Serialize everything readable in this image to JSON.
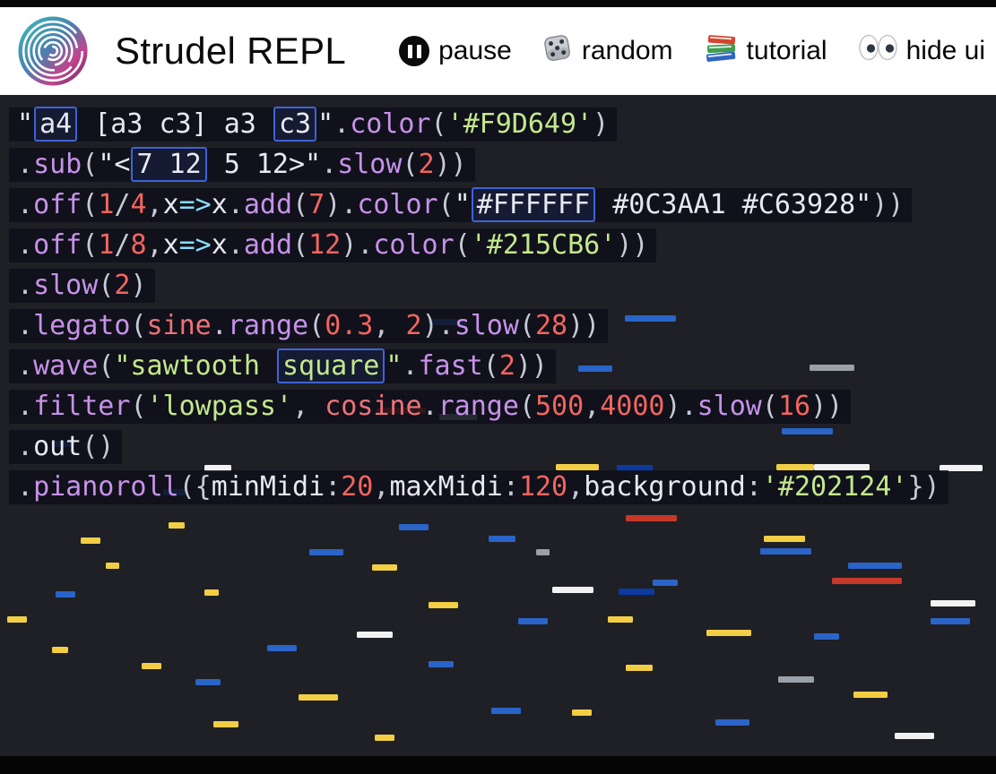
{
  "header": {
    "title": "Strudel REPL",
    "buttons": [
      {
        "id": "pause",
        "label": "pause",
        "icon": "pause-icon"
      },
      {
        "id": "random",
        "label": "random",
        "icon": "dice-icon"
      },
      {
        "id": "tutorial",
        "label": "tutorial",
        "icon": "books-icon"
      },
      {
        "id": "hide-ui",
        "label": "hide ui",
        "icon": "eyes-icon"
      }
    ]
  },
  "colors": {
    "canvas_bg": "#1e2025",
    "line_bg": "rgba(13,15,24,0.82)",
    "box_border": "#3f63d6",
    "syntax": {
      "plain": "#e6e9f0",
      "str": "#c3e88d",
      "meth": "#c792ea",
      "num": "#f3655f",
      "punct": "#c6cad6",
      "var": "#f07178",
      "op": "#89ddff"
    },
    "note_palette": {
      "y": "#F2CE45",
      "b": "#2a64c8",
      "db": "#0C3AA1",
      "w": "#f2f2f2",
      "r": "#C63928",
      "g": "#9aa0a8"
    }
  },
  "editor": {
    "lines": [
      [
        [
          "\"",
          "plain"
        ],
        [
          "a4",
          "plain",
          1
        ],
        [
          " [a3 c3] a3 ",
          "plain"
        ],
        [
          "c3",
          "plain",
          1
        ],
        [
          "\"",
          "plain"
        ],
        [
          ".",
          "punct"
        ],
        [
          "color",
          "meth"
        ],
        [
          "(",
          "punct"
        ],
        [
          "'#F9D649'",
          "str"
        ],
        [
          ")",
          "punct"
        ]
      ],
      [
        [
          ".",
          "punct"
        ],
        [
          "sub",
          "meth"
        ],
        [
          "(",
          "punct"
        ],
        [
          "\"<",
          "plain"
        ],
        [
          "7 12",
          "plain",
          1
        ],
        [
          " 5 12>\"",
          "plain"
        ],
        [
          ".",
          "punct"
        ],
        [
          "slow",
          "meth"
        ],
        [
          "(",
          "punct"
        ],
        [
          "2",
          "num"
        ],
        [
          "))",
          "punct"
        ]
      ],
      [
        [
          ".",
          "punct"
        ],
        [
          "off",
          "meth"
        ],
        [
          "(",
          "punct"
        ],
        [
          "1",
          "num"
        ],
        [
          "/",
          "punct"
        ],
        [
          "4",
          "num"
        ],
        [
          ",",
          "punct"
        ],
        [
          "x",
          "plain"
        ],
        [
          "=>",
          "op"
        ],
        [
          "x",
          "plain"
        ],
        [
          ".",
          "punct"
        ],
        [
          "add",
          "meth"
        ],
        [
          "(",
          "punct"
        ],
        [
          "7",
          "num"
        ],
        [
          ")",
          "punct"
        ],
        [
          ".",
          "punct"
        ],
        [
          "color",
          "meth"
        ],
        [
          "(",
          "punct"
        ],
        [
          "\"",
          "plain"
        ],
        [
          "#FFFFFF",
          "plain",
          1
        ],
        [
          " #0C3AA1 #C63928",
          "plain"
        ],
        [
          "\"",
          "plain"
        ],
        [
          "))",
          "punct"
        ]
      ],
      [
        [
          ".",
          "punct"
        ],
        [
          "off",
          "meth"
        ],
        [
          "(",
          "punct"
        ],
        [
          "1",
          "num"
        ],
        [
          "/",
          "punct"
        ],
        [
          "8",
          "num"
        ],
        [
          ",",
          "punct"
        ],
        [
          "x",
          "plain"
        ],
        [
          "=>",
          "op"
        ],
        [
          "x",
          "plain"
        ],
        [
          ".",
          "punct"
        ],
        [
          "add",
          "meth"
        ],
        [
          "(",
          "punct"
        ],
        [
          "12",
          "num"
        ],
        [
          ")",
          "punct"
        ],
        [
          ".",
          "punct"
        ],
        [
          "color",
          "meth"
        ],
        [
          "(",
          "punct"
        ],
        [
          "'#215CB6'",
          "str"
        ],
        [
          "))",
          "punct"
        ]
      ],
      [
        [
          ".",
          "punct"
        ],
        [
          "slow",
          "meth"
        ],
        [
          "(",
          "punct"
        ],
        [
          "2",
          "num"
        ],
        [
          ")",
          "punct"
        ]
      ],
      [
        [
          ".",
          "punct"
        ],
        [
          "legato",
          "meth"
        ],
        [
          "(",
          "punct"
        ],
        [
          "sine",
          "var"
        ],
        [
          ".",
          "punct"
        ],
        [
          "range",
          "meth"
        ],
        [
          "(",
          "punct"
        ],
        [
          "0.3",
          "num"
        ],
        [
          ", ",
          "punct"
        ],
        [
          "2",
          "num"
        ],
        [
          ")",
          "punct"
        ],
        [
          ".",
          "punct"
        ],
        [
          "slow",
          "meth"
        ],
        [
          "(",
          "punct"
        ],
        [
          "28",
          "num"
        ],
        [
          "))",
          "punct"
        ]
      ],
      [
        [
          ".",
          "punct"
        ],
        [
          "wave",
          "meth"
        ],
        [
          "(",
          "punct"
        ],
        [
          "\"sawtooth ",
          "str"
        ],
        [
          "square",
          "str",
          1
        ],
        [
          "\"",
          "str"
        ],
        [
          ".",
          "punct"
        ],
        [
          "fast",
          "meth"
        ],
        [
          "(",
          "punct"
        ],
        [
          "2",
          "num"
        ],
        [
          "))",
          "punct"
        ]
      ],
      [
        [
          ".",
          "punct"
        ],
        [
          "filter",
          "meth"
        ],
        [
          "(",
          "punct"
        ],
        [
          "'lowpass'",
          "str"
        ],
        [
          ", ",
          "punct"
        ],
        [
          "cosine",
          "var"
        ],
        [
          ".",
          "punct"
        ],
        [
          "range",
          "meth"
        ],
        [
          "(",
          "punct"
        ],
        [
          "500",
          "num"
        ],
        [
          ",",
          "punct"
        ],
        [
          "4000",
          "num"
        ],
        [
          ")",
          "punct"
        ],
        [
          ".",
          "punct"
        ],
        [
          "slow",
          "meth"
        ],
        [
          "(",
          "punct"
        ],
        [
          "16",
          "num"
        ],
        [
          "))",
          "punct"
        ]
      ],
      [
        [
          ".",
          "punct"
        ],
        [
          "out",
          "plain"
        ],
        [
          "()",
          "punct"
        ]
      ],
      [
        [
          ".",
          "punct"
        ],
        [
          "pianoroll",
          "meth"
        ],
        [
          "({",
          "punct"
        ],
        [
          "minMidi",
          "plain"
        ],
        [
          ":",
          "punct"
        ],
        [
          "20",
          "num"
        ],
        [
          ",",
          "punct"
        ],
        [
          "maxMidi",
          "plain"
        ],
        [
          ":",
          "punct"
        ],
        [
          "120",
          "num"
        ],
        [
          ",",
          "punct"
        ],
        [
          "background",
          "plain"
        ],
        [
          ":",
          "punct"
        ],
        [
          "'#202124'",
          "str"
        ],
        [
          "})",
          "punct"
        ]
      ]
    ]
  },
  "pianoroll": {
    "background": "#202124",
    "notes": [
      [
        478,
        250,
        42,
        "b"
      ],
      [
        697,
        246,
        57,
        "b"
      ],
      [
        645,
        302,
        38,
        "b"
      ],
      [
        903,
        301,
        50,
        "g"
      ],
      [
        420,
        349,
        55,
        "r"
      ],
      [
        490,
        356,
        42,
        "g"
      ],
      [
        872,
        372,
        57,
        "b"
      ],
      [
        60,
        386,
        22,
        "b"
      ],
      [
        228,
        413,
        30,
        "w"
      ],
      [
        620,
        412,
        48,
        "y"
      ],
      [
        688,
        413,
        40,
        "db"
      ],
      [
        866,
        412,
        42,
        "y"
      ],
      [
        908,
        412,
        62,
        "w"
      ],
      [
        1048,
        413,
        48,
        "w"
      ],
      [
        182,
        440,
        28,
        "b"
      ],
      [
        698,
        469,
        57,
        "r"
      ],
      [
        188,
        477,
        18,
        "y"
      ],
      [
        445,
        479,
        33,
        "b"
      ],
      [
        90,
        494,
        22,
        "y"
      ],
      [
        545,
        492,
        30,
        "b"
      ],
      [
        852,
        492,
        46,
        "y"
      ],
      [
        345,
        507,
        38,
        "b"
      ],
      [
        598,
        507,
        15,
        "g"
      ],
      [
        848,
        506,
        57,
        "b"
      ],
      [
        118,
        522,
        15,
        "y"
      ],
      [
        415,
        524,
        28,
        "y"
      ],
      [
        946,
        522,
        60,
        "b"
      ],
      [
        928,
        539,
        78,
        "r"
      ],
      [
        728,
        541,
        28,
        "b"
      ],
      [
        616,
        549,
        46,
        "w"
      ],
      [
        690,
        551,
        40,
        "db"
      ],
      [
        228,
        552,
        16,
        "y"
      ],
      [
        62,
        554,
        22,
        "b"
      ],
      [
        478,
        566,
        33,
        "y"
      ],
      [
        1038,
        564,
        50,
        "w"
      ],
      [
        8,
        582,
        22,
        "y"
      ],
      [
        578,
        584,
        33,
        "b"
      ],
      [
        678,
        582,
        28,
        "y"
      ],
      [
        1038,
        584,
        44,
        "b"
      ],
      [
        398,
        599,
        40,
        "w"
      ],
      [
        788,
        597,
        50,
        "y"
      ],
      [
        908,
        601,
        28,
        "b"
      ],
      [
        58,
        616,
        18,
        "y"
      ],
      [
        298,
        614,
        33,
        "b"
      ],
      [
        158,
        634,
        22,
        "y"
      ],
      [
        478,
        632,
        28,
        "b"
      ],
      [
        698,
        636,
        30,
        "y"
      ],
      [
        218,
        652,
        28,
        "b"
      ],
      [
        868,
        649,
        40,
        "g"
      ],
      [
        333,
        669,
        44,
        "y"
      ],
      [
        952,
        666,
        38,
        "y"
      ],
      [
        548,
        684,
        33,
        "b"
      ],
      [
        638,
        686,
        22,
        "y"
      ],
      [
        238,
        699,
        28,
        "y"
      ],
      [
        798,
        697,
        38,
        "b"
      ],
      [
        418,
        714,
        22,
        "y"
      ],
      [
        998,
        712,
        44,
        "w"
      ]
    ]
  }
}
